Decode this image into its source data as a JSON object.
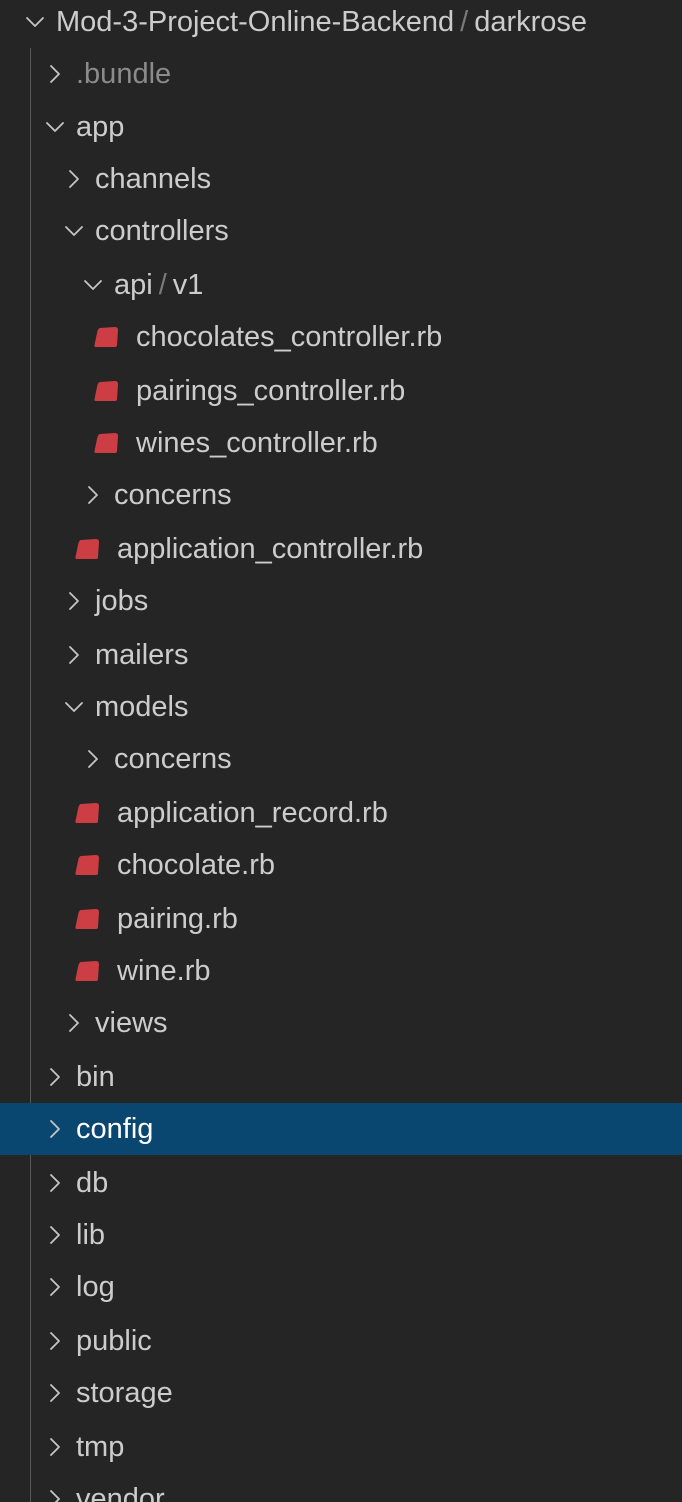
{
  "colors": {
    "background": "#252526",
    "selected_row": "#094771",
    "text": "#cccccc",
    "dimmed_text": "#8b8b8b",
    "ruby_icon": "#cc3e44",
    "indent_guide": "#585858"
  },
  "tree": {
    "root": {
      "name": "Mod-3-Project-Online-Backend",
      "separator": "/",
      "suffix": "darkrose",
      "expanded": true
    },
    "rows": [
      {
        "label": "Mod-3-Project-Online-Backend",
        "kind": "root",
        "depth": 0,
        "expanded": true,
        "sub": "darkrose",
        "icon": "chevron-down-icon"
      },
      {
        "label": ".bundle",
        "kind": "folder",
        "depth": 1,
        "expanded": false,
        "dimmed": true,
        "icon": "chevron-right-icon"
      },
      {
        "label": "app",
        "kind": "folder",
        "depth": 1,
        "expanded": true,
        "icon": "chevron-down-icon"
      },
      {
        "label": "channels",
        "kind": "folder",
        "depth": 2,
        "expanded": false,
        "icon": "chevron-right-icon"
      },
      {
        "label": "controllers",
        "kind": "folder",
        "depth": 2,
        "expanded": true,
        "icon": "chevron-down-icon"
      },
      {
        "label": "api",
        "kind": "folder",
        "depth": 3,
        "expanded": true,
        "sub": "v1",
        "icon": "chevron-down-icon"
      },
      {
        "label": "chocolates_controller.rb",
        "kind": "file",
        "depth": 4,
        "icon": "ruby-file-icon"
      },
      {
        "label": "pairings_controller.rb",
        "kind": "file",
        "depth": 4,
        "icon": "ruby-file-icon"
      },
      {
        "label": "wines_controller.rb",
        "kind": "file",
        "depth": 4,
        "icon": "ruby-file-icon"
      },
      {
        "label": "concerns",
        "kind": "folder",
        "depth": 3,
        "expanded": false,
        "icon": "chevron-right-icon"
      },
      {
        "label": "application_controller.rb",
        "kind": "file",
        "depth": 3,
        "icon": "ruby-file-icon"
      },
      {
        "label": "jobs",
        "kind": "folder",
        "depth": 2,
        "expanded": false,
        "icon": "chevron-right-icon"
      },
      {
        "label": "mailers",
        "kind": "folder",
        "depth": 2,
        "expanded": false,
        "icon": "chevron-right-icon"
      },
      {
        "label": "models",
        "kind": "folder",
        "depth": 2,
        "expanded": true,
        "icon": "chevron-down-icon"
      },
      {
        "label": "concerns",
        "kind": "folder",
        "depth": 3,
        "expanded": false,
        "icon": "chevron-right-icon"
      },
      {
        "label": "application_record.rb",
        "kind": "file",
        "depth": 3,
        "icon": "ruby-file-icon"
      },
      {
        "label": "chocolate.rb",
        "kind": "file",
        "depth": 3,
        "icon": "ruby-file-icon"
      },
      {
        "label": "pairing.rb",
        "kind": "file",
        "depth": 3,
        "icon": "ruby-file-icon"
      },
      {
        "label": "wine.rb",
        "kind": "file",
        "depth": 3,
        "icon": "ruby-file-icon"
      },
      {
        "label": "views",
        "kind": "folder",
        "depth": 2,
        "expanded": false,
        "icon": "chevron-right-icon"
      },
      {
        "label": "bin",
        "kind": "folder",
        "depth": 1,
        "expanded": false,
        "icon": "chevron-right-icon"
      },
      {
        "label": "config",
        "kind": "folder",
        "depth": 1,
        "expanded": false,
        "selected": true,
        "icon": "chevron-right-icon"
      },
      {
        "label": "db",
        "kind": "folder",
        "depth": 1,
        "expanded": false,
        "icon": "chevron-right-icon"
      },
      {
        "label": "lib",
        "kind": "folder",
        "depth": 1,
        "expanded": false,
        "icon": "chevron-right-icon"
      },
      {
        "label": "log",
        "kind": "folder",
        "depth": 1,
        "expanded": false,
        "icon": "chevron-right-icon"
      },
      {
        "label": "public",
        "kind": "folder",
        "depth": 1,
        "expanded": false,
        "icon": "chevron-right-icon"
      },
      {
        "label": "storage",
        "kind": "folder",
        "depth": 1,
        "expanded": false,
        "icon": "chevron-right-icon"
      },
      {
        "label": "tmp",
        "kind": "folder",
        "depth": 1,
        "expanded": false,
        "icon": "chevron-right-icon"
      },
      {
        "label": "vendor",
        "kind": "folder",
        "depth": 1,
        "expanded": false,
        "icon": "chevron-right-icon"
      }
    ]
  }
}
